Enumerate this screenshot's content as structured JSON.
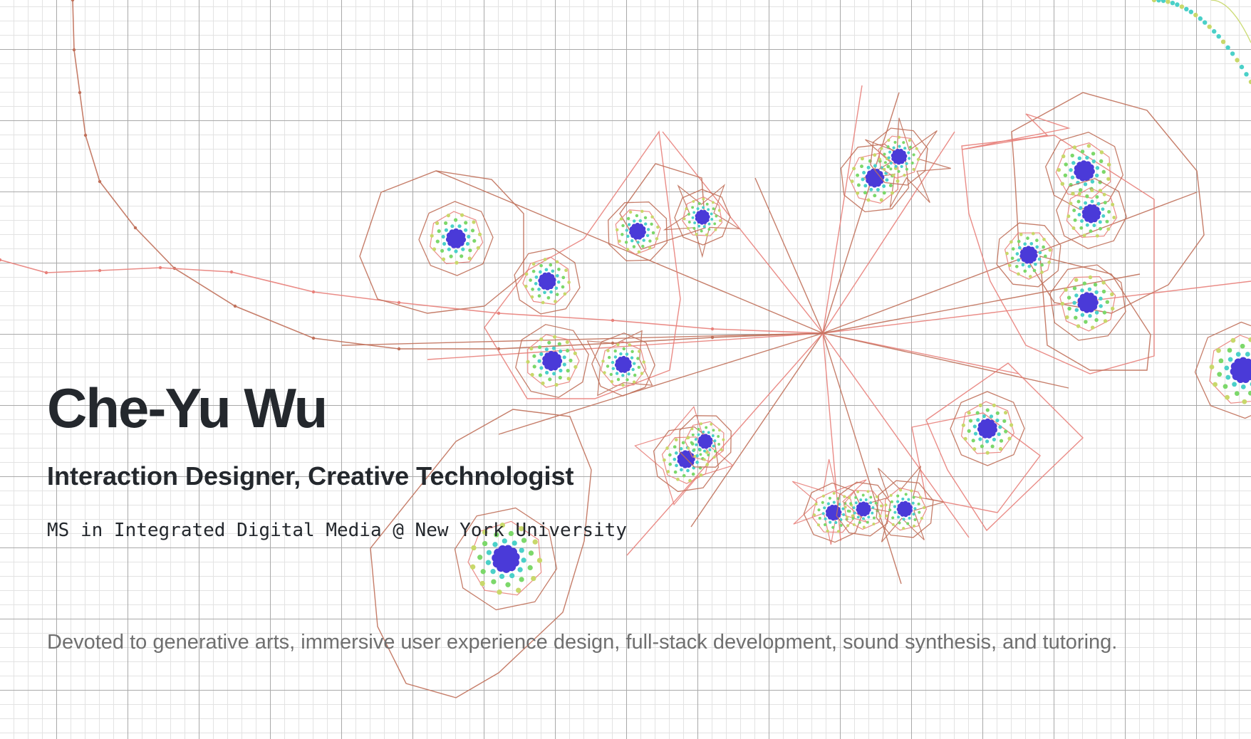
{
  "hero": {
    "name": "Che-Yu Wu",
    "role": "Interaction Designer, Creative Technologist",
    "degree": "MS in Integrated Digital Media @ New York University",
    "tagline": "Devoted to generative arts, immersive user experience design, full-stack development, sound synthesis, and tutoring."
  },
  "colors": {
    "text_primary": "#24282d",
    "text_secondary": "#6f6f6f",
    "line_salmon": "#e8807a",
    "line_brown": "#c0705a",
    "dot_yellow": "#c8d86a",
    "dot_green": "#7cd86a",
    "dot_teal": "#4ad0c8",
    "dot_indigo": "#4a3ad8",
    "grid_major": "#a9a9a9",
    "grid_minor": "#e3e3e3"
  }
}
